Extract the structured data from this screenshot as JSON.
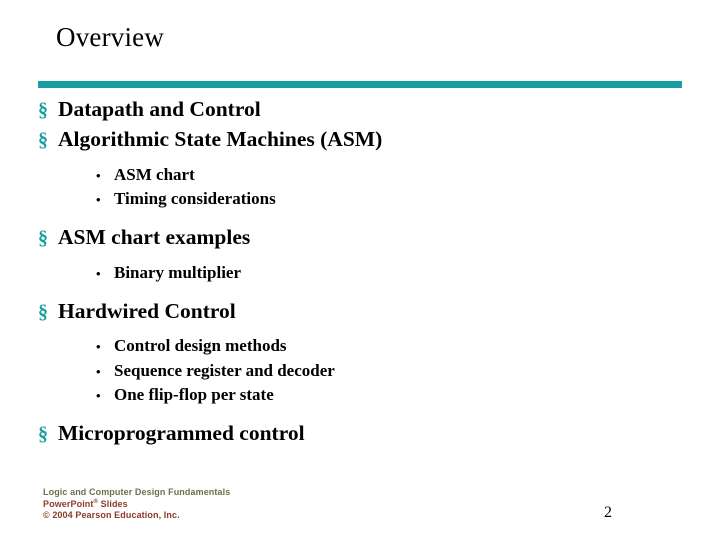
{
  "slide": {
    "title": "Overview",
    "page_number": "2",
    "accent_color": "#179ca0",
    "level1_bullet_glyph": "§",
    "level2_bullet_glyph": "•",
    "outline": [
      {
        "level": 1,
        "text": "Datapath and Control"
      },
      {
        "level": 1,
        "text": "Algorithmic State Machines (ASM)"
      },
      {
        "level": 2,
        "text": "ASM chart"
      },
      {
        "level": 2,
        "text": "Timing considerations"
      },
      {
        "level": 1,
        "text": "ASM chart examples"
      },
      {
        "level": 2,
        "text": "Binary multiplier"
      },
      {
        "level": 1,
        "text": "Hardwired Control"
      },
      {
        "level": 2,
        "text": "Control design methods"
      },
      {
        "level": 2,
        "text": "Sequence register and decoder"
      },
      {
        "level": 2,
        "text": "One flip-flop per state"
      },
      {
        "level": 1,
        "text": "Microprogrammed control"
      }
    ],
    "footer": {
      "line1": "Logic and Computer Design Fundamentals",
      "line2_main": "PowerPoint",
      "line2_sup": "®",
      "line2_rest": " Slides",
      "line3": "© 2004 Pearson Education, Inc."
    }
  }
}
